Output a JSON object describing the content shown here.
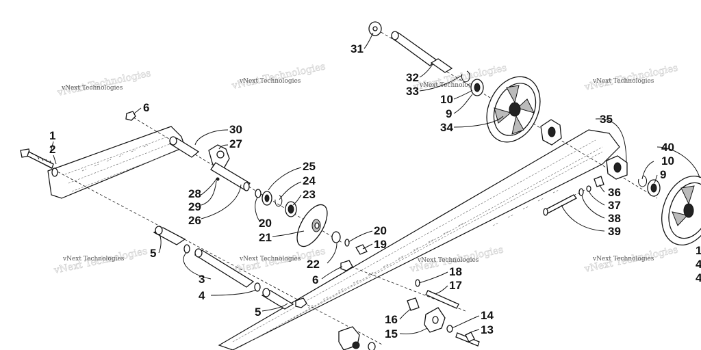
{
  "diagram": {
    "watermark": "vNext Technologies",
    "callouts": {
      "c1": "1",
      "c2": "2",
      "c3": "3",
      "c4": "4",
      "c5a": "5",
      "c5b": "5",
      "c6a": "6",
      "c6b": "6",
      "c9a": "9",
      "c9b": "9",
      "c10a": "10",
      "c10b": "10",
      "c13": "13",
      "c14": "14",
      "c15": "15",
      "c16": "16",
      "c17": "17",
      "c18": "18",
      "c19": "19",
      "c20a": "20",
      "c20b": "20",
      "c21": "21",
      "c22": "22",
      "c23": "23",
      "c24": "24",
      "c25": "25",
      "c26": "26",
      "c27": "27",
      "c28": "28",
      "c29": "29",
      "c30": "30",
      "c31": "31",
      "c32": "32",
      "c33": "33",
      "c34": "34",
      "c35": "35",
      "c36": "36",
      "c37": "37",
      "c38": "38",
      "c39": "39",
      "c40": "40",
      "cedge1": "1",
      "cedge2": "4",
      "cedge3": "4"
    }
  }
}
